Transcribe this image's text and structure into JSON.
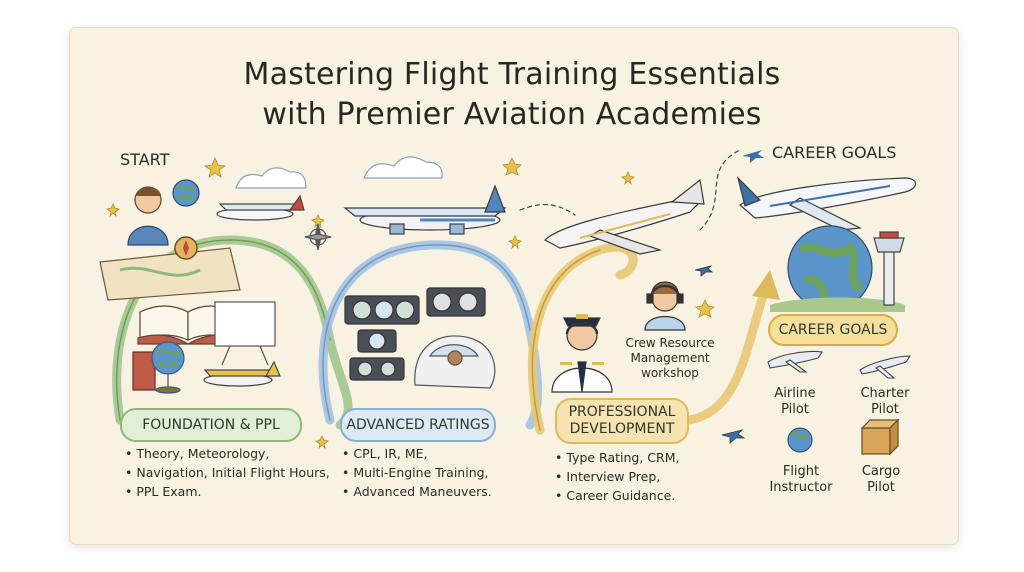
{
  "title": {
    "line1": "Mastering Flight Training Essentials",
    "line2": "with Premier Aviation Academies"
  },
  "start_label": "START",
  "career_goals_top": "CAREER GOALS",
  "stages": {
    "foundation": {
      "label": "FOUNDATION & PPL",
      "bullets": [
        "Theory, Meteorology,",
        "Navigation, Initial Flight Hours,",
        "PPL Exam."
      ]
    },
    "advanced": {
      "label": "ADVANCED RATINGS",
      "bullets": [
        "CPL, IR, ME,",
        "Multi-Engine Training,",
        "Advanced Maneuvers."
      ]
    },
    "professional": {
      "label_line1": "PROFESSIONAL",
      "label_line2": "DEVELOPMENT",
      "bullets": [
        "Type Rating, CRM,",
        "Interview Prep,",
        "Career Guidance."
      ]
    },
    "career": {
      "label": "CAREER GOALS"
    }
  },
  "crm_note": {
    "line1": "Crew Resource",
    "line2": "Management",
    "line3": "workshop"
  },
  "roles": {
    "airline": {
      "line1": "Airline",
      "line2": "Pilot"
    },
    "charter": {
      "line1": "Charter",
      "line2": "Pilot"
    },
    "instructor": {
      "line1": "Flight",
      "line2": "Instructor"
    },
    "cargo": {
      "line1": "Cargo",
      "line2": "Pilot"
    }
  },
  "colors": {
    "paper": "#f8f2e3",
    "foundation": "#8fb87a",
    "advanced": "#86aed6",
    "professional": "#e0b95a",
    "career": "#e8c45e",
    "ink": "#2e2a24"
  },
  "icons": {
    "start": "student-with-globe-and-compass-icon",
    "foundation": [
      "open-book-icon",
      "whiteboard-icon",
      "globe-icon",
      "small-plane-icon"
    ],
    "advanced": [
      "instrument-panel-icon",
      "twin-engine-plane-icon",
      "simulator-icon",
      "compass-rose-icon"
    ],
    "professional": [
      "business-jet-icon",
      "pilot-captain-icon",
      "headset-instructor-icon"
    ],
    "career": [
      "airliner-icon",
      "earth-globe-icon",
      "control-tower-icon",
      "cargo-box-icon"
    ]
  }
}
